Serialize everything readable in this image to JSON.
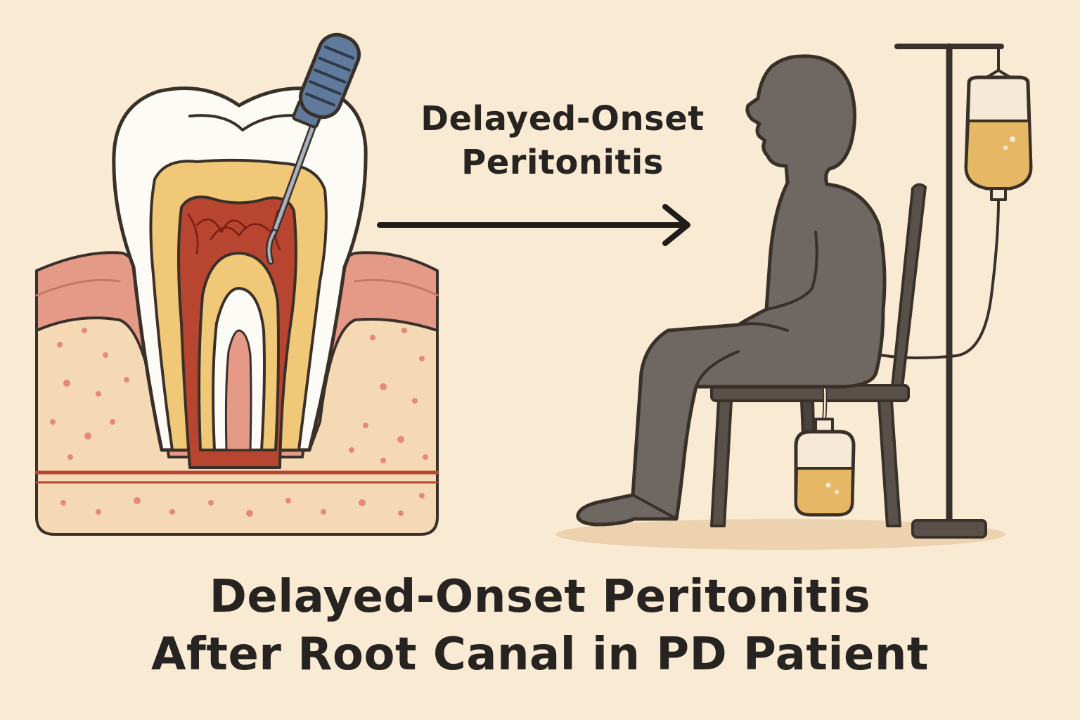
{
  "arrow_label": {
    "line1": "Delayed-Onset",
    "line2": "Peritonitis"
  },
  "title": {
    "line1": "Delayed-Onset Peritonitis",
    "line2": "After Root Canal in PD Patient"
  },
  "colors": {
    "background": "#f9ebd3",
    "outline": "#3a302a",
    "enamel": "#fdfbf5",
    "dentin": "#f0c878",
    "pulp": "#b7452f",
    "gum": "#e59a88",
    "bone": "#f5d9b5",
    "bone_dots": "#e5897a",
    "silhouette": "#6f6761",
    "fluid": "#e6b865",
    "instrument_handle": "#5f7a9a"
  },
  "icons": {
    "tooth": "tooth-cross-section",
    "instrument": "endodontic-file",
    "person": "seated-patient-silhouette",
    "chair": "chair",
    "iv_stand": "iv-stand",
    "dialysate_bag": "dialysate-bag",
    "drain_bag": "drain-bag",
    "arrow": "right-arrow"
  }
}
